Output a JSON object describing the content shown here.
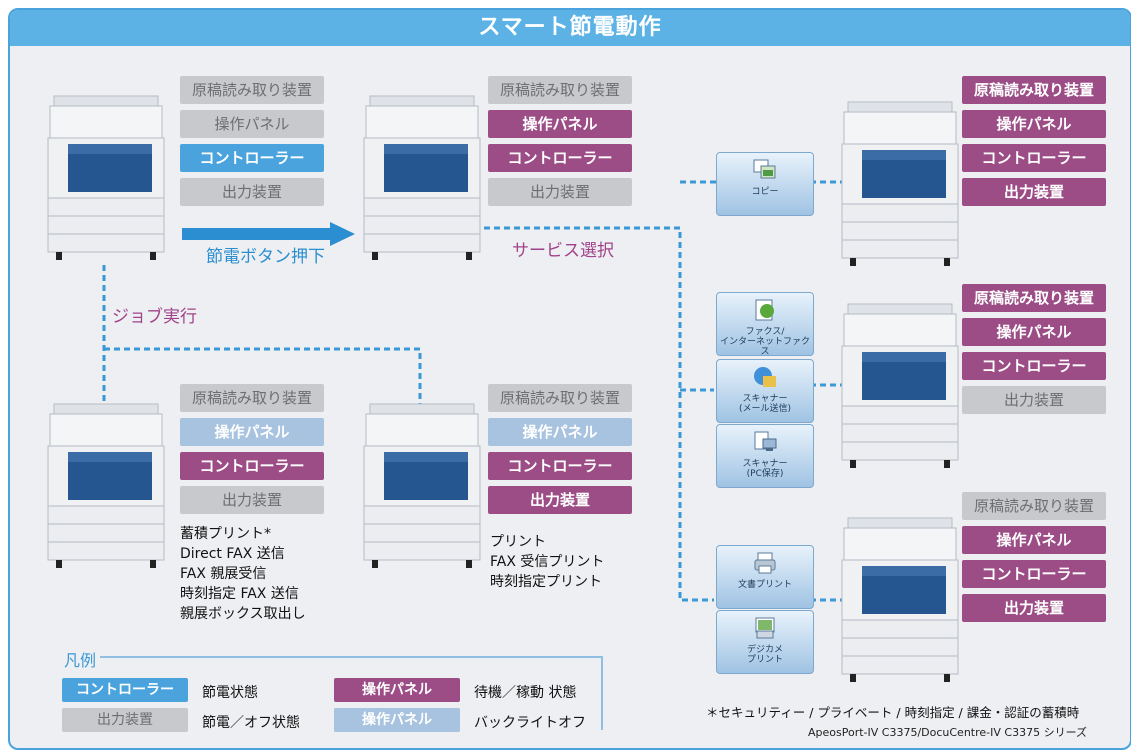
{
  "title": "スマート節電動作",
  "step_labels": {
    "power_button": "節電ボタン押下",
    "service_select": "サービス選択",
    "job_run": "ジョブ実行"
  },
  "states": {
    "initial": [
      "原稿読み取り装置",
      "操作パネル",
      "コントローラー",
      "出力装置"
    ],
    "after_button": [
      "原稿読み取り装置",
      "操作パネル",
      "コントローラー",
      "出力装置"
    ],
    "copy": [
      "原稿読み取り装置",
      "操作パネル",
      "コントローラー",
      "出力装置"
    ],
    "scan": [
      "原稿読み取り装置",
      "操作パネル",
      "コントローラー",
      "出力装置"
    ],
    "print": [
      "原稿読み取り装置",
      "操作パネル",
      "コントローラー",
      "出力装置"
    ],
    "job_store": [
      "原稿読み取り装置",
      "操作パネル",
      "コントローラー",
      "出力装置"
    ],
    "job_print": [
      "原稿読み取り装置",
      "操作パネル",
      "コントローラー",
      "出力装置"
    ]
  },
  "services": {
    "copy": "コピー",
    "fax": [
      "ファクス/",
      "インターネットファクス"
    ],
    "scan_mail": [
      "スキャナー",
      "(メール送信)"
    ],
    "scan_pc": [
      "スキャナー",
      "(PC保存)"
    ],
    "doc_print": "文書プリント",
    "camera_print": [
      "デジカメ",
      "プリント"
    ]
  },
  "job_store_list": [
    "蓄積プリント*",
    "Direct FAX 送信",
    "FAX 親展受信",
    "時刻指定 FAX 送信",
    "親展ボックス取出し"
  ],
  "job_print_list": [
    "プリント",
    "FAX 受信プリント",
    "時刻指定プリント"
  ],
  "legend": {
    "title": "凡例",
    "items": [
      {
        "chip": "コントローラー",
        "text": "節電状態"
      },
      {
        "chip": "出力装置",
        "text": "節電／オフ状態"
      },
      {
        "chip": "操作パネル",
        "text": "待機／稼動 状態"
      },
      {
        "chip": "操作パネル",
        "text": "バックライトオフ"
      }
    ]
  },
  "footnote": "＊セキュリティー / プライベート / 時刻指定 / 課金・認証の蓄積時",
  "model": "ApeosPort-IV C3375/DocuCentre-IV C3375 シリーズ",
  "colors": {
    "power_saving": "#4aa3dc",
    "off": "#c7c9cc",
    "active": "#9c4d86",
    "backlight_off": "#a7c3df",
    "connector": "#3a98d6",
    "job_label": "#a1438a"
  }
}
